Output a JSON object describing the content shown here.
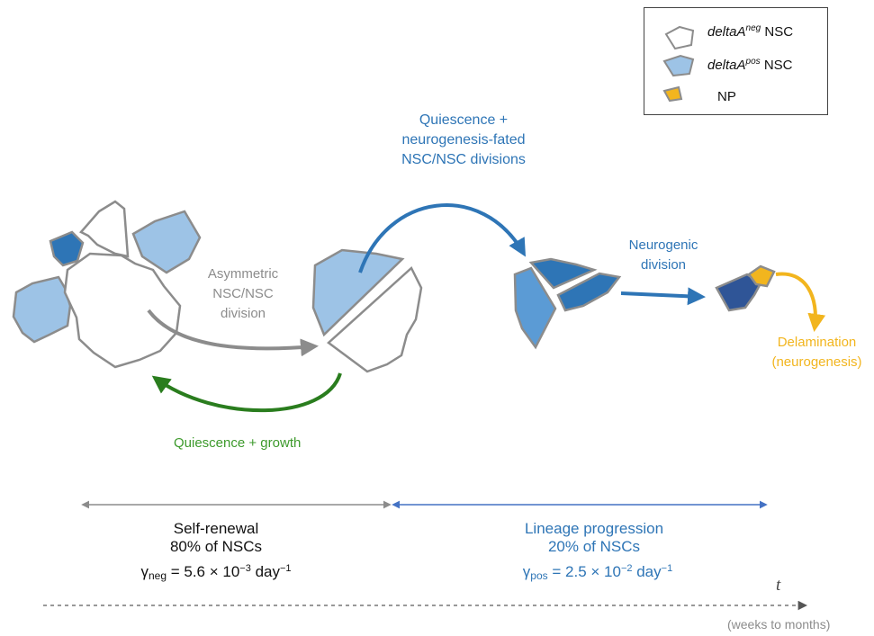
{
  "legend": {
    "neg": {
      "name": "deltaA",
      "sup": "neg",
      "suffix": " NSC"
    },
    "pos": {
      "name": "deltaA",
      "sup": "pos",
      "suffix": " NSC"
    },
    "np": {
      "label": "NP"
    }
  },
  "labels": {
    "quiescence_fated": [
      "Quiescence +",
      "neurogenesis-fated",
      "NSC/NSC divisions"
    ],
    "asymmetric": [
      "Asymmetric",
      "NSC/NSC",
      "division"
    ],
    "neurogenic": [
      "Neurogenic",
      "division"
    ],
    "delamination": [
      "Delamination",
      "(neurogenesis)"
    ],
    "quiescence_growth": "Quiescence + growth"
  },
  "self_renewal": {
    "title": "Self-renewal",
    "fraction": "80% of NSCs",
    "rate_symbol": "γ",
    "rate_sub": "neg",
    "rate_eq": " = 5.6 × 10",
    "rate_exp": "−3",
    "rate_unit": " day",
    "rate_unit_exp": "−1"
  },
  "lineage": {
    "title": "Lineage progression",
    "fraction": "20% of NSCs",
    "rate_symbol": "γ",
    "rate_sub": "pos",
    "rate_eq": " = 2.5 × 10",
    "rate_exp": "−2",
    "rate_unit": " day",
    "rate_unit_exp": "−1"
  },
  "time_axis": {
    "symbol": "t",
    "range": "(weeks to months)"
  },
  "colors": {
    "grey_outline": "#8c8c8c",
    "light_blue": "#9dc3e6",
    "mid_blue": "#5b9bd5",
    "dark_blue": "#2e75b6",
    "navy": "#2f5597",
    "green": "#3d9a2c",
    "gold": "#f2b51e"
  }
}
